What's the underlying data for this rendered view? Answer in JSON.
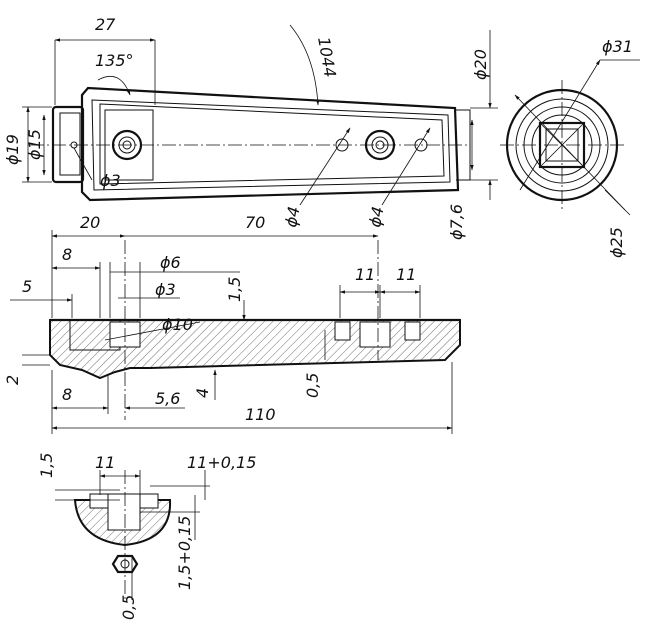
{
  "dimensions": {
    "top_view": {
      "d27": "27",
      "angle135": "135°",
      "r144": "1044",
      "dia19": "ϕ19",
      "dia15": "ϕ15",
      "dia3": "ϕ3",
      "dia4_a": "ϕ4",
      "dia4_b": "ϕ4",
      "dia20": "ϕ20",
      "dia7_6": "ϕ7,6",
      "dia31": "ϕ31",
      "dia25": "ϕ25"
    },
    "front_view": {
      "d20": "20",
      "d70": "70",
      "d8_top": "8",
      "d5": "5",
      "dia6": "ϕ6",
      "dia3": "ϕ3",
      "d1_5": "1,5",
      "d11_a": "11",
      "d11_b": "11",
      "dia10": "ϕ10",
      "d2": "2",
      "d8_bottom": "8",
      "d5_6": "5,6",
      "d4": "4",
      "d0_5": "0,5",
      "d110": "110"
    },
    "section_view": {
      "d1_5": "1,5",
      "d11": "11",
      "d11_015": "11+0,15",
      "d1_5_015": "1,5+0,15",
      "d0_5": "0,5"
    }
  }
}
